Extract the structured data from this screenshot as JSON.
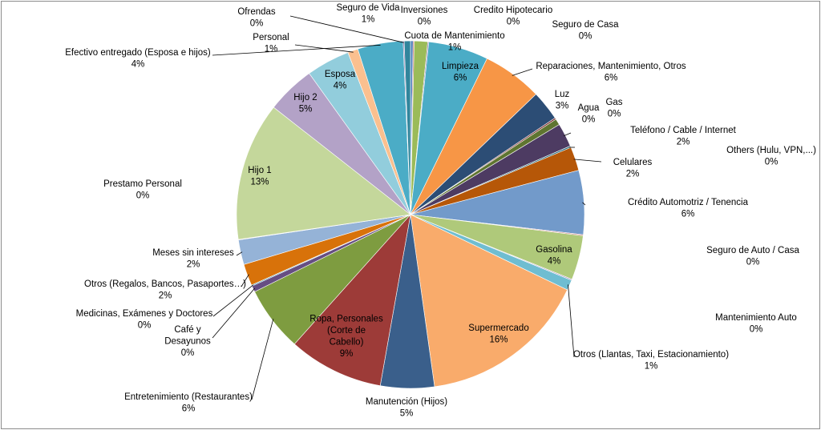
{
  "chart_data": {
    "type": "pie",
    "title": "",
    "categories": [
      "Inversiones",
      "Credito Hipotecario",
      "Cuota de Mantenimiento",
      "Seguro de Casa",
      "Limpieza",
      "Reparaciones, Mantenimiento, Otros",
      "Luz",
      "Gas",
      "Agua",
      "Teléfono / Cable / Internet",
      "Others (Hulu, VPN,...)",
      "Celulares",
      "Crédito Automotriz / Tenencia",
      "Seguro de Auto / Casa",
      "Gasolina",
      "Mantenimiento Auto",
      "Otros (Llantas, Taxi, Estacionamiento)",
      "Supermercado",
      "Manutención (Hijos)",
      "Ropa, Personales (Corte de Cabello)",
      "Entretenimiento (Restaurantes)",
      "Café y Desayunos",
      "Medicinas, Exámenes y Doctores",
      "Otros (Regalos, Bancos, Pasaportes…)",
      "Meses sin intereses",
      "Prestamo Personal",
      "Hijo 1",
      "Hijo 2",
      "Esposa",
      "Personal",
      "Efectivo entregado (Esposa e hijos)",
      "Ofrendas",
      "Seguro de Vida"
    ],
    "values": [
      0.25,
      0.1,
      1.3,
      0.1,
      5.8,
      5.8,
      2.9,
      0.15,
      0.6,
      2.3,
      0.15,
      2.3,
      6.2,
      0.1,
      4.3,
      0.1,
      1.0,
      16.3,
      5.2,
      9.2,
      6.3,
      0.6,
      0.1,
      2.1,
      2.4,
      0.05,
      13.4,
      4.7,
      4.2,
      1.0,
      4.4,
      0.1,
      0.6
    ],
    "percent_labels": [
      "0%",
      "0%",
      "1%",
      "0%",
      "6%",
      "6%",
      "3%",
      "0%",
      "0%",
      "2%",
      "0%",
      "2%",
      "6%",
      "0%",
      "4%",
      "0%",
      "1%",
      "16%",
      "5%",
      "9%",
      "6%",
      "0%",
      "0%",
      "2%",
      "2%",
      "0%",
      "13%",
      "5%",
      "4%",
      "1%",
      "4%",
      "0%",
      "1%"
    ],
    "colors": [
      "#4f81bd",
      "#c0504d",
      "#9bbb59",
      "#8064a2",
      "#4bacc6",
      "#f79646",
      "#2c4d75",
      "#772c2a",
      "#5f7530",
      "#4d3b62",
      "#276a7c",
      "#b65708",
      "#729aca",
      "#cd7371",
      "#afc97a",
      "#9983b5",
      "#6fbdd1",
      "#f9ab6b",
      "#3a5f8b",
      "#9d3b38",
      "#7e9c40",
      "#664e83",
      "#348da6",
      "#d8720a",
      "#95b3d7",
      "#dd9c9b",
      "#c4d79b",
      "#b3a2c7",
      "#92cddc",
      "#fbc08f",
      "#4bacc6",
      "#8064a2",
      "#31859c"
    ],
    "legend": "none",
    "label_style": "category name and percentage with leader lines"
  }
}
